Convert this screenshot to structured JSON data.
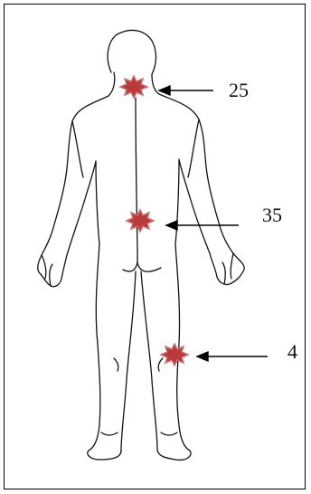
{
  "markers": [
    {
      "id": "neck",
      "label": "25",
      "color": "#b83a3a"
    },
    {
      "id": "lower-back",
      "label": "35",
      "color": "#b83a3a"
    },
    {
      "id": "knee",
      "label": "4",
      "color": "#b83a3a"
    }
  ],
  "colors": {
    "outline": "#111111",
    "arrow": "#000000",
    "marker": "#b83a3a"
  }
}
